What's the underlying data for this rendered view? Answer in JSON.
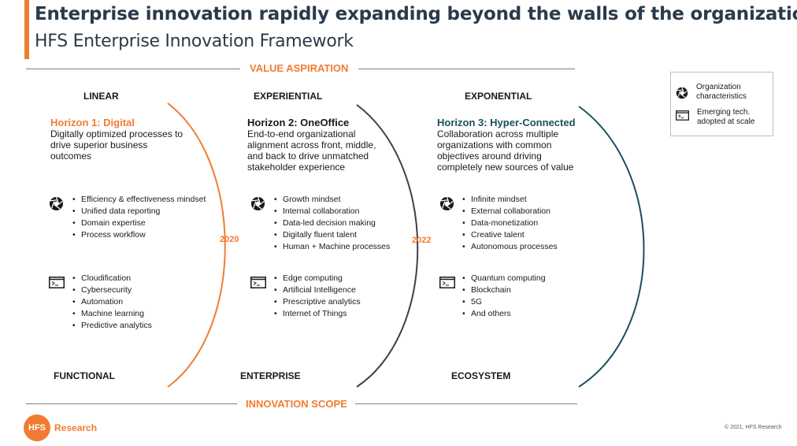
{
  "header": {
    "title": "Enterprise innovation rapidly expanding beyond the walls of the organization",
    "subtitle": "HFS Enterprise Innovation Framework"
  },
  "axes": {
    "top": "VALUE ASPIRATION",
    "bottom": "INNOVATION SCOPE"
  },
  "columns": [
    {
      "aspiration": "LINEAR",
      "scope": "FUNCTIONAL",
      "horizon_title": "Horizon 1: Digital",
      "description": "Digitally optimized processes to drive superior business outcomes",
      "org_items": [
        "Efficiency & effectiveness mindset",
        "Unified data reporting",
        "Domain expertise",
        "Process workflow"
      ],
      "tech_items": [
        "Cloudification",
        "Cybersecurity",
        "Automation",
        "Machine learning",
        "Predictive analytics"
      ]
    },
    {
      "aspiration": "EXPERIENTIAL",
      "scope": "ENTERPRISE",
      "horizon_title": "Horizon 2: OneOffice",
      "description": "End-to-end organizational alignment across front, middle, and back to drive unmatched stakeholder experience",
      "org_items": [
        "Growth mindset",
        "Internal collaboration",
        "Data-led decision making",
        "Digitally fluent talent",
        "Human + Machine processes"
      ],
      "tech_items": [
        "Edge computing",
        "Artificial Intelligence",
        "Prescriptive analytics",
        "Internet of Things"
      ]
    },
    {
      "aspiration": "EXPONENTIAL",
      "scope": "ECOSYSTEM",
      "horizon_title": "Horizon 3: Hyper-Connected",
      "description": "Collaboration across multiple organizations with common objectives around driving completely new sources of value",
      "org_items": [
        "Infinite mindset",
        "External collaboration",
        "Data-monetization",
        "Creative talent",
        "Autonomous processes"
      ],
      "tech_items": [
        "Quantum computing",
        "Blockchain",
        "5G",
        "And others"
      ]
    }
  ],
  "years": [
    "2020",
    "2022"
  ],
  "legend": {
    "org": "Organization characteristics",
    "tech": "Emerging tech. adopted at scale"
  },
  "footer": {
    "logo_mark": "HFS",
    "logo_text": "Research",
    "copyright": "© 2021, HFS Research"
  },
  "colors": {
    "accent": "#f07c33",
    "title_text": "#2b3a4a",
    "horizon1": "#f07c33",
    "horizon2": "#1a1a1a",
    "horizon3": "#1b4f5e",
    "arc1": "#f07c33",
    "arc2": "#4a3a4f",
    "arc3": "#1b4f5e"
  },
  "icons": {
    "org": "aperture-icon",
    "tech": "terminal-icon"
  }
}
